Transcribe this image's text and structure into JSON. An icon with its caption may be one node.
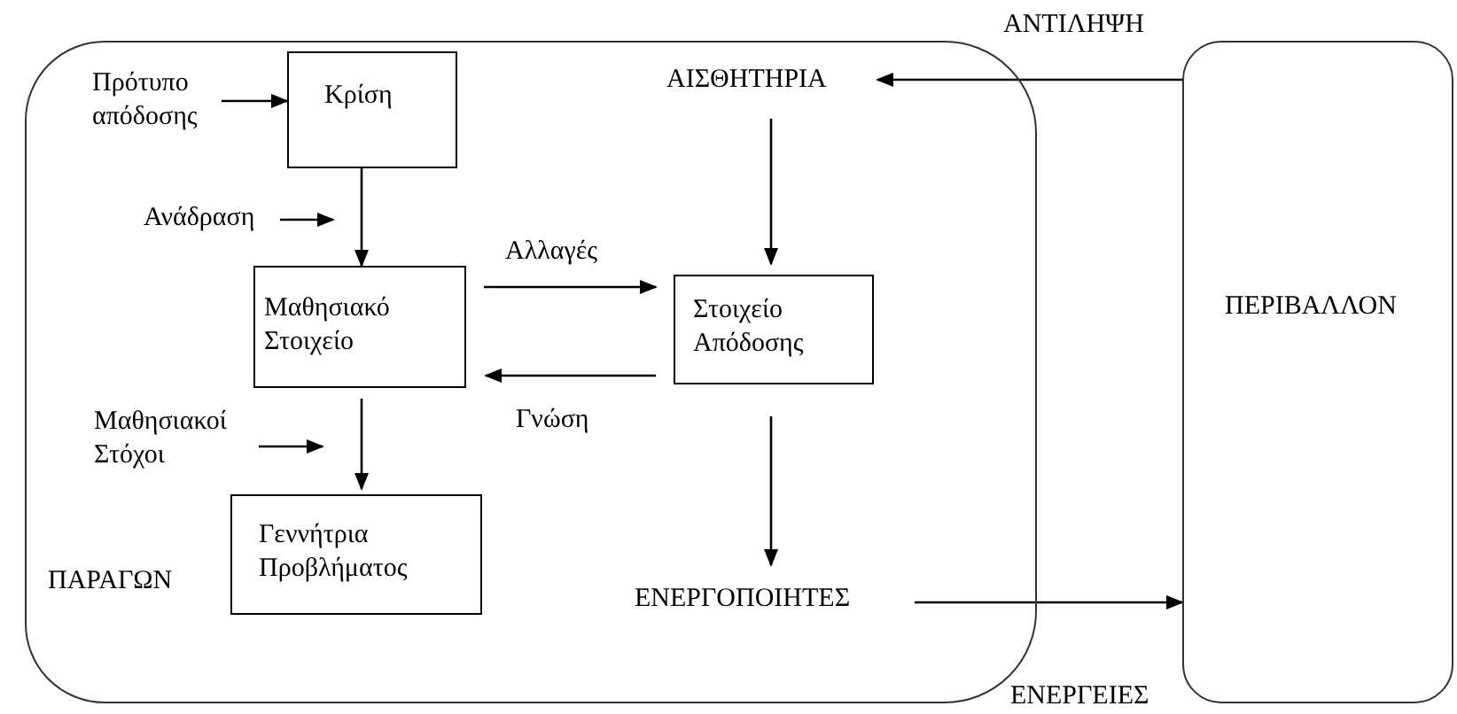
{
  "diagram": {
    "nodes": [
      {
        "text": [
          "ΠΑΡΑΓΩΝ"
        ]
      },
      {
        "text": [
          "Κρίση"
        ],
        "in": 0
      },
      {
        "text": [
          "Μαθησιακό Στοιχείο"
        ],
        "in": 0
      },
      {
        "text": [
          "Γεννήτρια Προβλήματος"
        ],
        "in": 0
      },
      {
        "text": [
          "Στοιχείο Απόδοσης"
        ],
        "in": 0
      },
      {
        "text": [
          "ΑΙΣΘΗΤΗΡΙΑ"
        ],
        "in": 0
      },
      {
        "text": [
          "ΕΝΕΡΓΟΠΟΙΗΤΕΣ"
        ],
        "in": 0
      },
      {
        "text": [
          "ΠΕΡΙΒΑΛΛΟΝ"
        ]
      },
      {
        "text": [
          "Πρότυπο απόδοσης"
        ],
        "in": 0
      },
      {
        "text": [
          "Ανάδραση"
        ],
        "in": 0
      },
      {
        "text": [
          "Μαθησιακοί Στόχοι"
        ],
        "in": 0
      }
    ],
    "edges": [
      {
        "from": 8,
        "to": 1,
        "arrow": "to"
      },
      {
        "from": 1,
        "to": 2,
        "arrow": "to"
      },
      {
        "from": 2,
        "to": 4,
        "arrow": "to",
        "label": "Αλλαγές"
      },
      {
        "from": 4,
        "to": 2,
        "arrow": "to",
        "label": "Γνώση"
      },
      {
        "from": 2,
        "to": 3,
        "arrow": "to"
      },
      {
        "from": 5,
        "to": 4,
        "arrow": "to"
      },
      {
        "from": 4,
        "to": 6,
        "arrow": "to"
      },
      {
        "from": 7,
        "to": 5,
        "arrow": "to",
        "label": "ΑΝΤΙΛΗΨΗ"
      },
      {
        "from": 6,
        "to": 7,
        "arrow": "to",
        "label": "ΕΝΕΡΓΕΙΕΣ"
      },
      {
        "from": 9,
        "to": null,
        "arrow": "to"
      },
      {
        "from": 10,
        "to": null,
        "arrow": "to"
      }
    ]
  }
}
